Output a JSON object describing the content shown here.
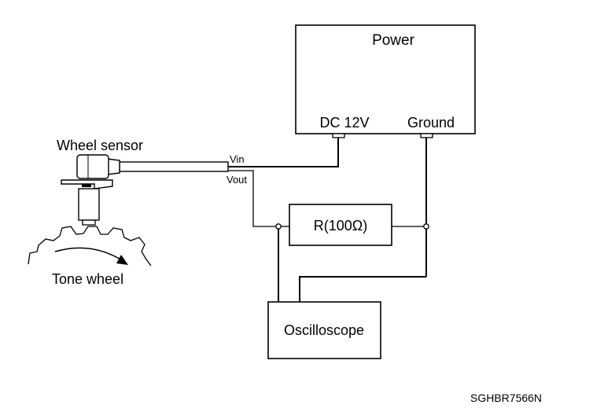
{
  "power": {
    "title": "Power",
    "dc_label": "DC 12V",
    "ground_label": "Ground"
  },
  "sensor": {
    "label": "Wheel sensor",
    "vin_label": "Vin",
    "vout_label": "Vout"
  },
  "tone_wheel": {
    "label": "Tone wheel"
  },
  "resistor": {
    "label": "R(100Ω)"
  },
  "oscilloscope": {
    "label": "Oscilloscope"
  },
  "figure_id": "SGHBR7566N"
}
